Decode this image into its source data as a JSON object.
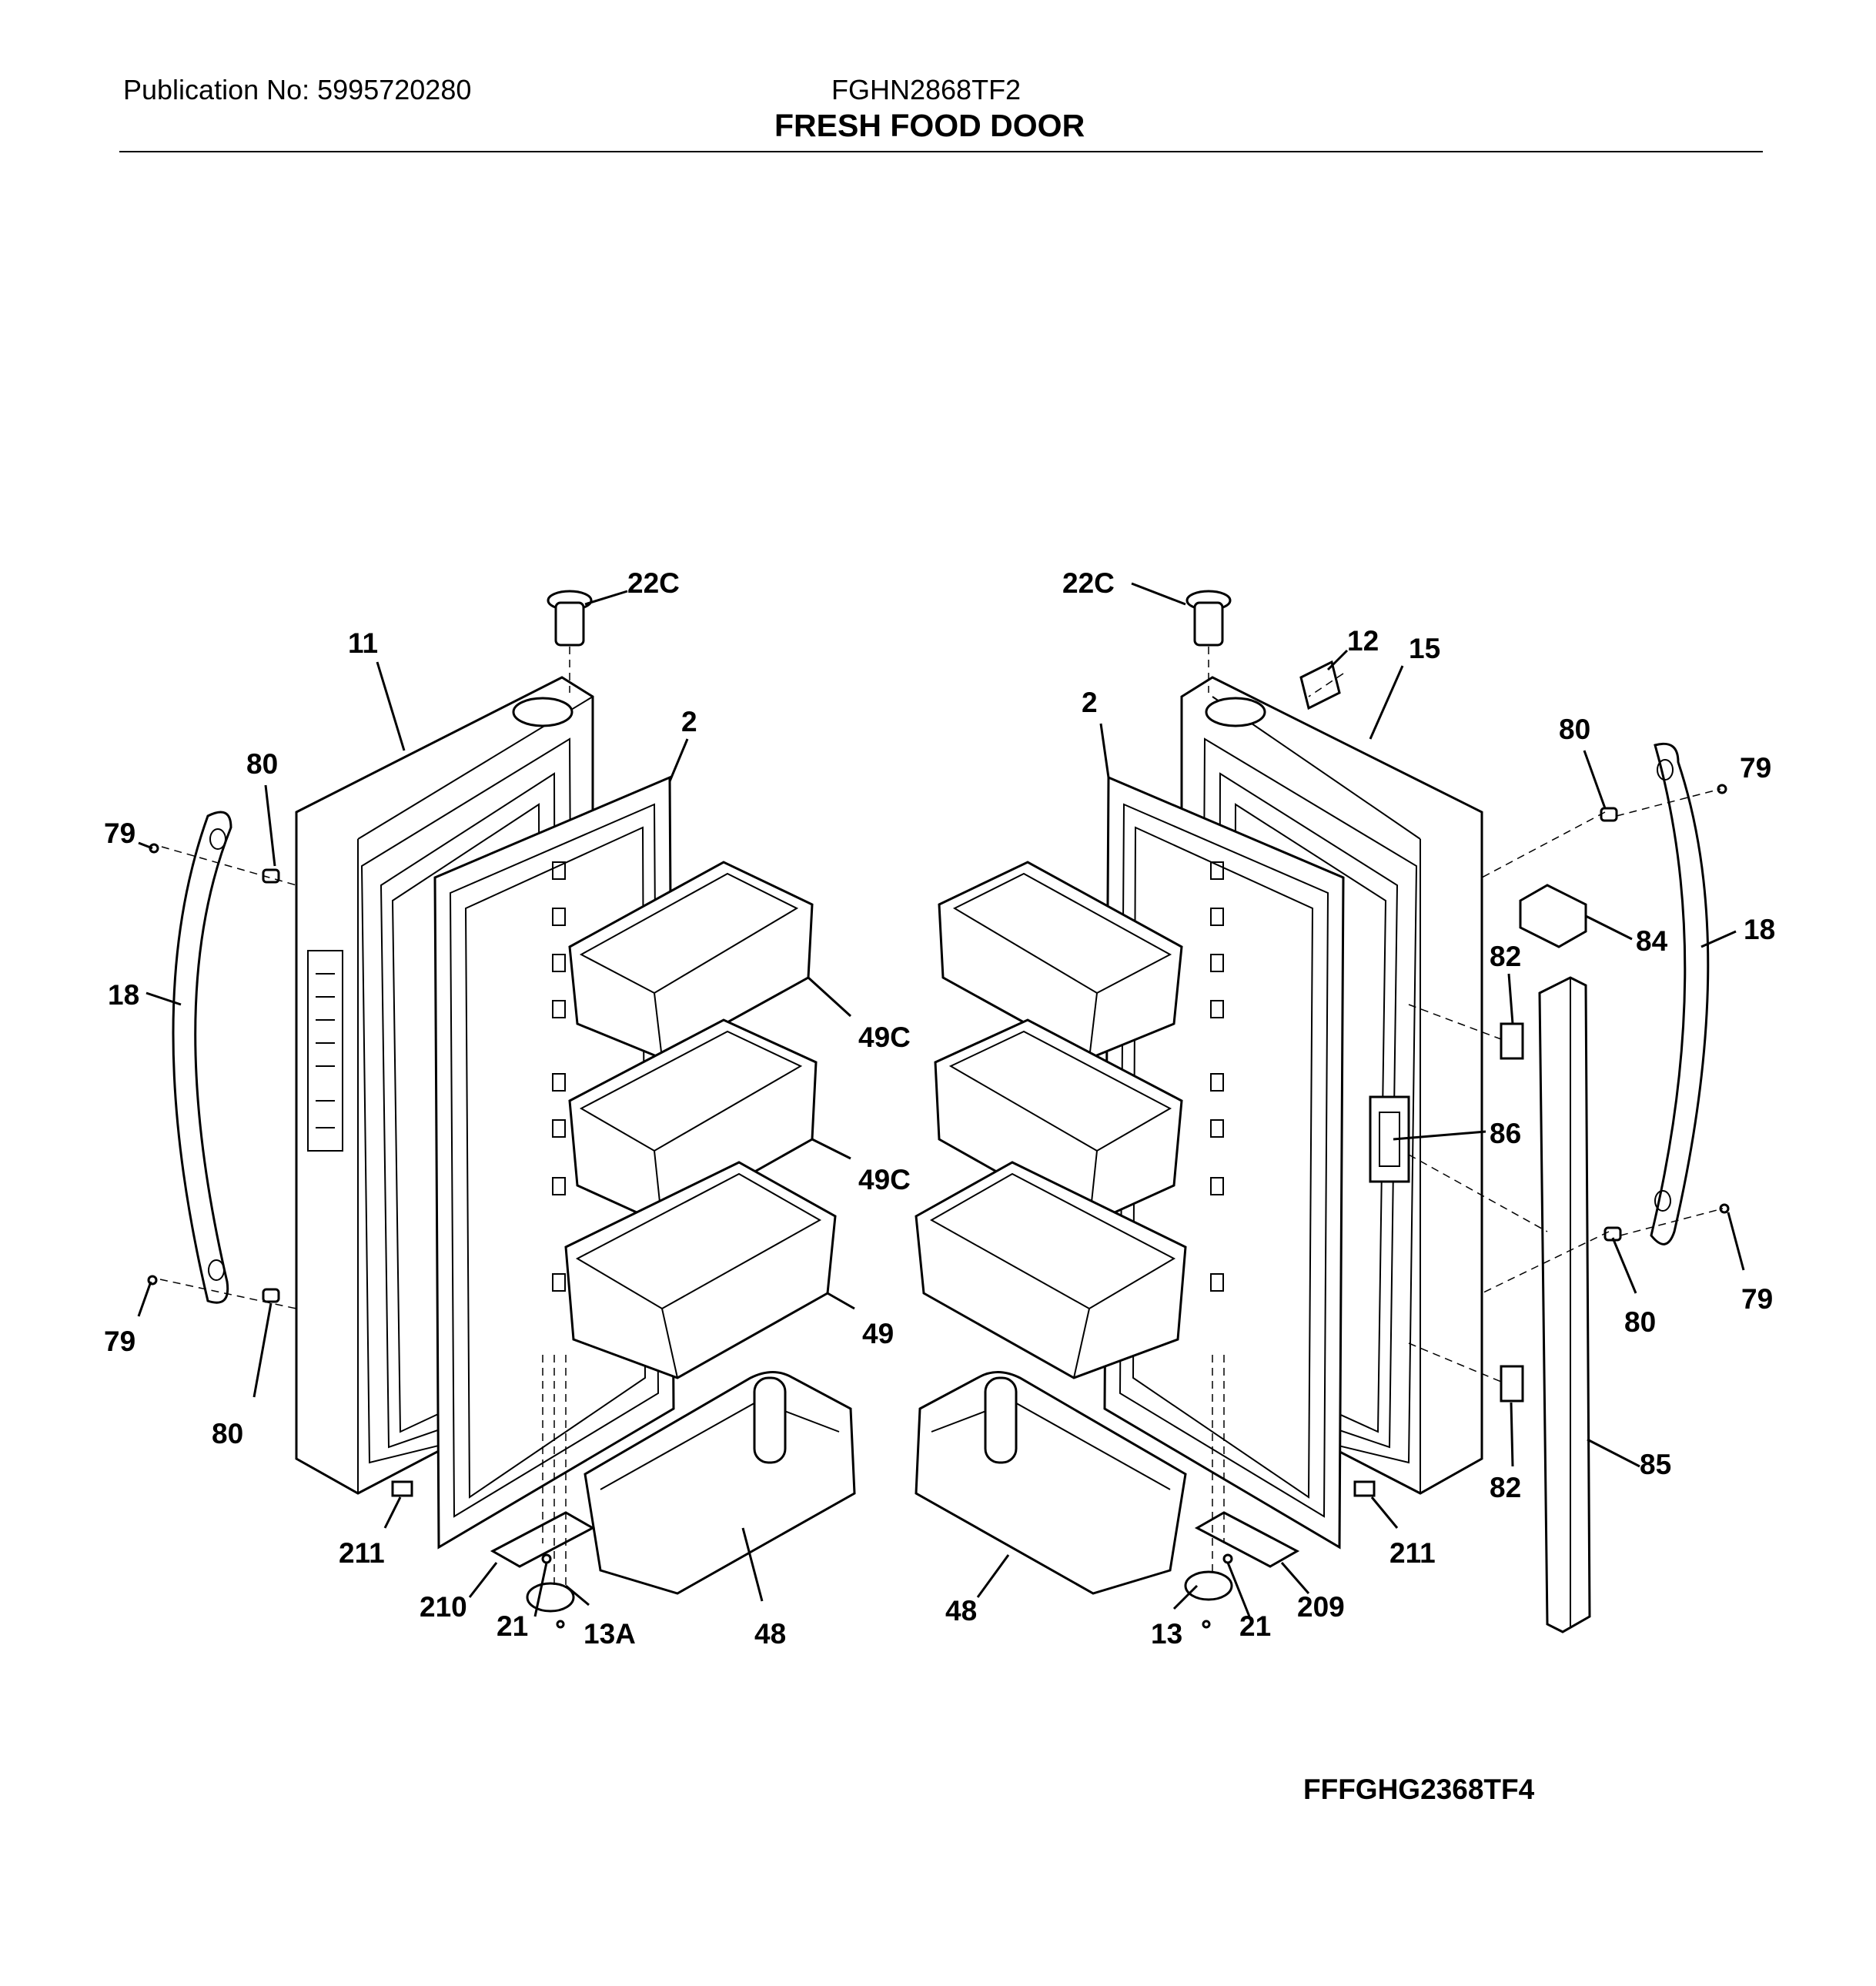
{
  "header": {
    "publication": "Publication No: 5995720280",
    "model": "FGHN2868TF2",
    "title": "FRESH FOOD DOOR"
  },
  "footer": {
    "code": "FFFGHG2368TF4"
  },
  "callouts": {
    "l_22c": "22C",
    "l_11": "11",
    "l_2": "2",
    "l_80_top": "80",
    "l_79_top": "79",
    "l_18": "18",
    "l_79_bot": "79",
    "l_80_bot": "80",
    "l_49c_1": "49C",
    "l_49c_2": "49C",
    "l_49": "49",
    "l_211": "211",
    "l_210": "210",
    "l_21": "21",
    "l_13a": "13A",
    "l_48": "48",
    "r_22c": "22C",
    "r_12": "12",
    "r_15": "15",
    "r_2": "2",
    "r_80_top": "80",
    "r_79_top": "79",
    "r_84": "84",
    "r_18": "18",
    "r_82_top": "82",
    "r_86": "86",
    "r_79_bot": "79",
    "r_80_bot": "80",
    "r_82_bot": "82",
    "r_85": "85",
    "r_211": "211",
    "r_209": "209",
    "r_21": "21",
    "r_13": "13",
    "r_48": "48"
  }
}
